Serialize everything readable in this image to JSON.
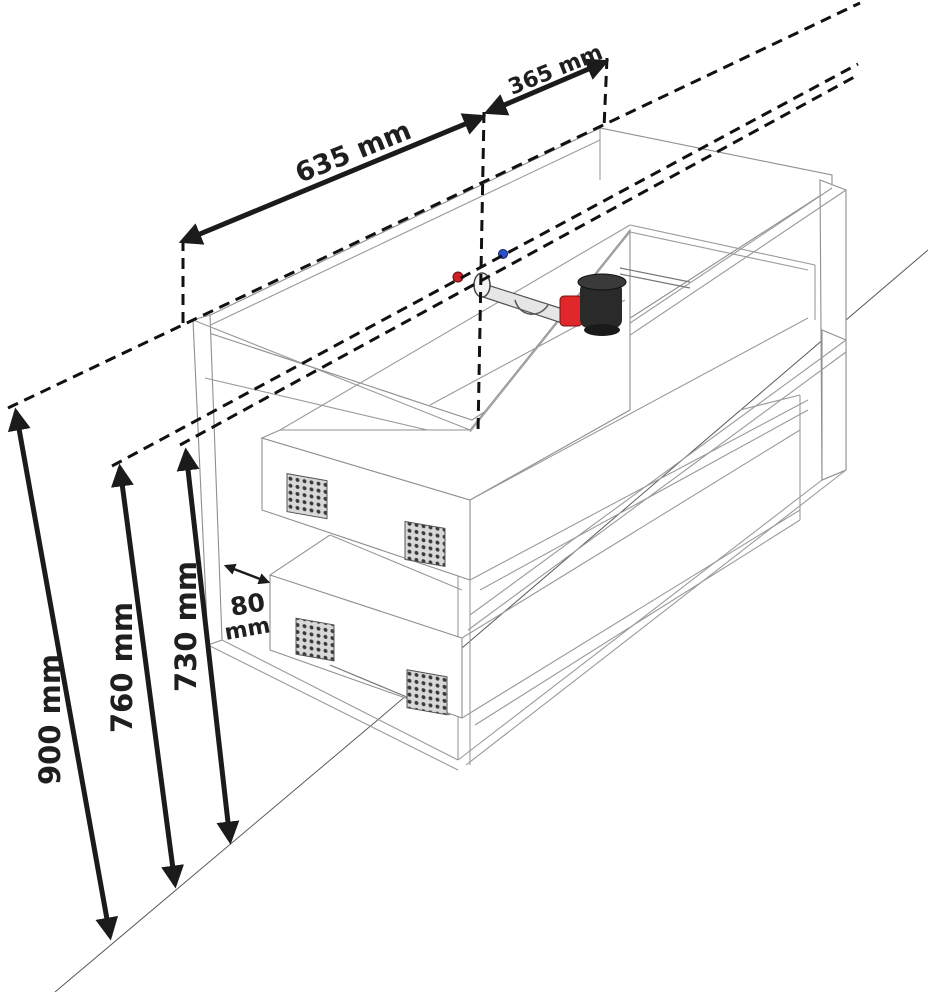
{
  "dimensions": {
    "depth_total": "635 mm",
    "depth_siphon": "365 mm",
    "height_total": "900 mm",
    "height_upper": "760 mm",
    "height_lower": "730 mm",
    "drawer_offset_value": "80",
    "drawer_offset_unit": "mm"
  },
  "colors": {
    "dimension_line": "#1b1b1b",
    "cabinet_outline": "#9a9a9a",
    "siphon_red": "#e0282a",
    "siphon_black": "#2a2a2a",
    "hot_valve": "#d11f2a",
    "cold_valve": "#2a4fd1"
  },
  "icons": [
    "siphon-icon",
    "hot-water-valve-icon",
    "cold-water-valve-icon",
    "drawer-runner-bracket-icon"
  ]
}
